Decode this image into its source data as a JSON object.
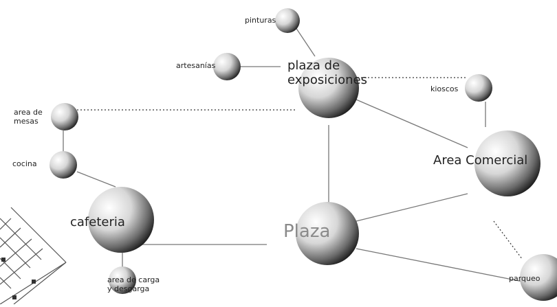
{
  "nodes": {
    "pinturas": "pinturas",
    "artesanias": "artesanías",
    "plaza_exposiciones": "plaza de\nexposiciones",
    "kioscos": "kioscos",
    "area_mesas": "area de\nmesas",
    "cocina": "cocina",
    "area_comercial": "Area Comercial",
    "cafeteria": "cafeteria",
    "plaza": "Plaza",
    "area_carga": "area de carga\ny desgarga",
    "parqueo": "parqueo"
  },
  "colors": {
    "sphere_light": "#ffffff",
    "sphere_dark": "#2b2b2b",
    "line": "#777777",
    "grid": "#555555"
  }
}
